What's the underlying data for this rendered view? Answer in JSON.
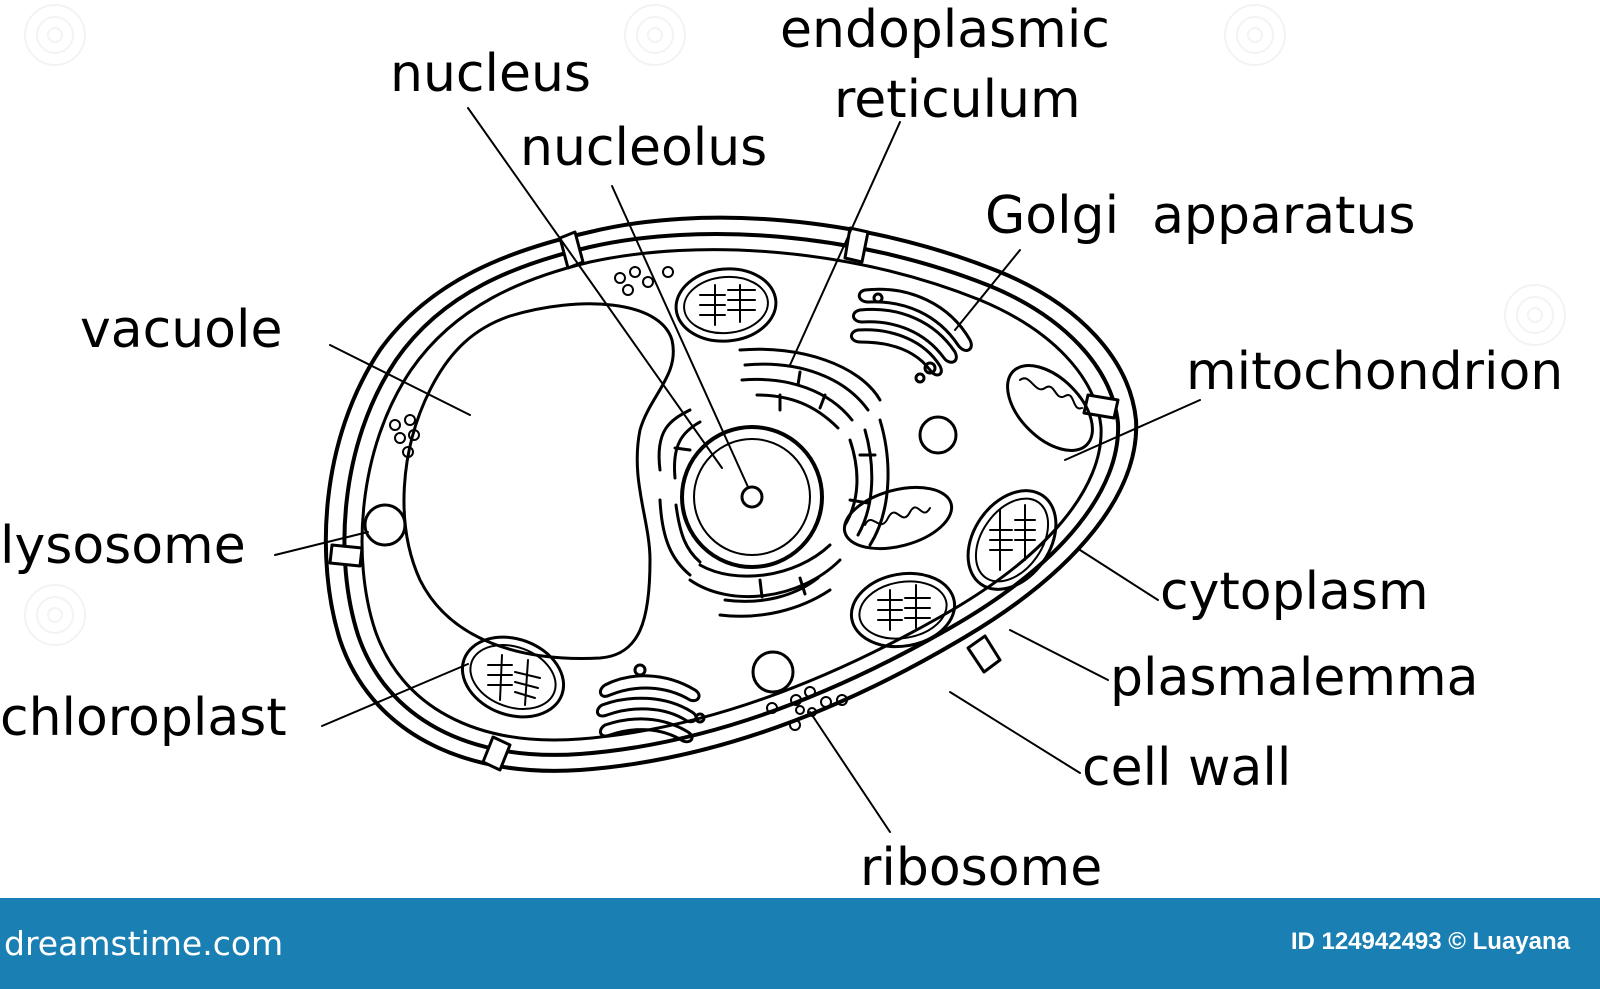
{
  "labels": {
    "nucleus": "nucleus",
    "endoplasmic_reticulum_line1": "endoplasmic",
    "endoplasmic_reticulum_line2": "reticulum",
    "nucleolus": "nucleolus",
    "golgi_apparatus": "Golgi  apparatus",
    "vacuole": "vacuole",
    "mitochondrion": "mitochondrion",
    "lysosome": "lysosome",
    "cytoplasm": "cytoplasm",
    "plasmalemma": "plasmalemma",
    "chloroplast": "chloroplast",
    "cell_wall": "cell wall",
    "ribosome": "ribosome"
  },
  "footer": {
    "logo": "dreamstime.com",
    "id_text": "ID 124942493 © Luayana",
    "background_color": "#1a7fb3"
  },
  "colors": {
    "line": "#000000",
    "background": "#ffffff"
  }
}
